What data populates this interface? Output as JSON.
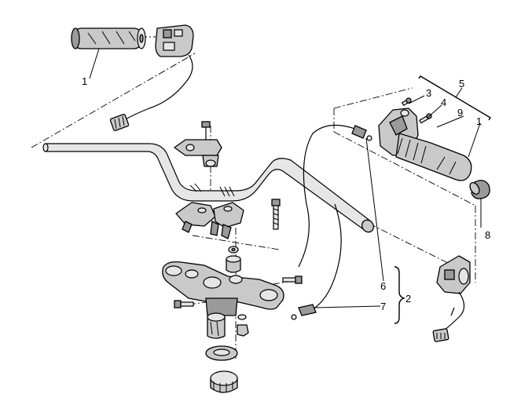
{
  "diagram": {
    "callouts": [
      {
        "id": "c1a",
        "text": "1"
      },
      {
        "id": "c1b",
        "text": "1"
      },
      {
        "id": "c2",
        "text": "2"
      },
      {
        "id": "c3",
        "text": "3"
      },
      {
        "id": "c4",
        "text": "4"
      },
      {
        "id": "c5",
        "text": "5"
      },
      {
        "id": "c6",
        "text": "6"
      },
      {
        "id": "c7",
        "text": "7"
      },
      {
        "id": "c8",
        "text": "8"
      },
      {
        "id": "c9",
        "text": "9"
      }
    ]
  }
}
